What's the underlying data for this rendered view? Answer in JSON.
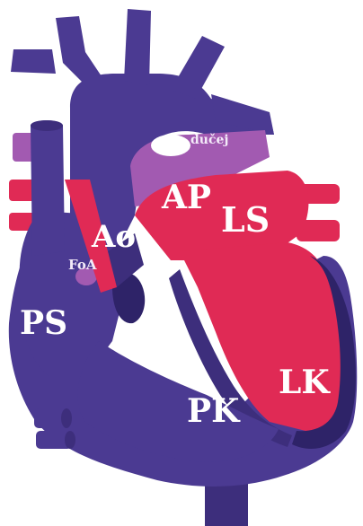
{
  "diagram": {
    "labels": {
      "ao": "Ao",
      "ap": "AP",
      "ls": "LS",
      "ps": "PS",
      "lk": "LK",
      "pk": "PK",
      "foa": "FoA",
      "ducej": "dučej"
    },
    "colors": {
      "background": "#ffffff",
      "venous_blue": "#4b3a92",
      "venous_dark": "#3d2e7c",
      "arterial_red": "#e02a55",
      "pulmonary_purple": "#a25ab1",
      "shadow_dark": "#2e2368",
      "label_white": "#ffffff"
    }
  }
}
